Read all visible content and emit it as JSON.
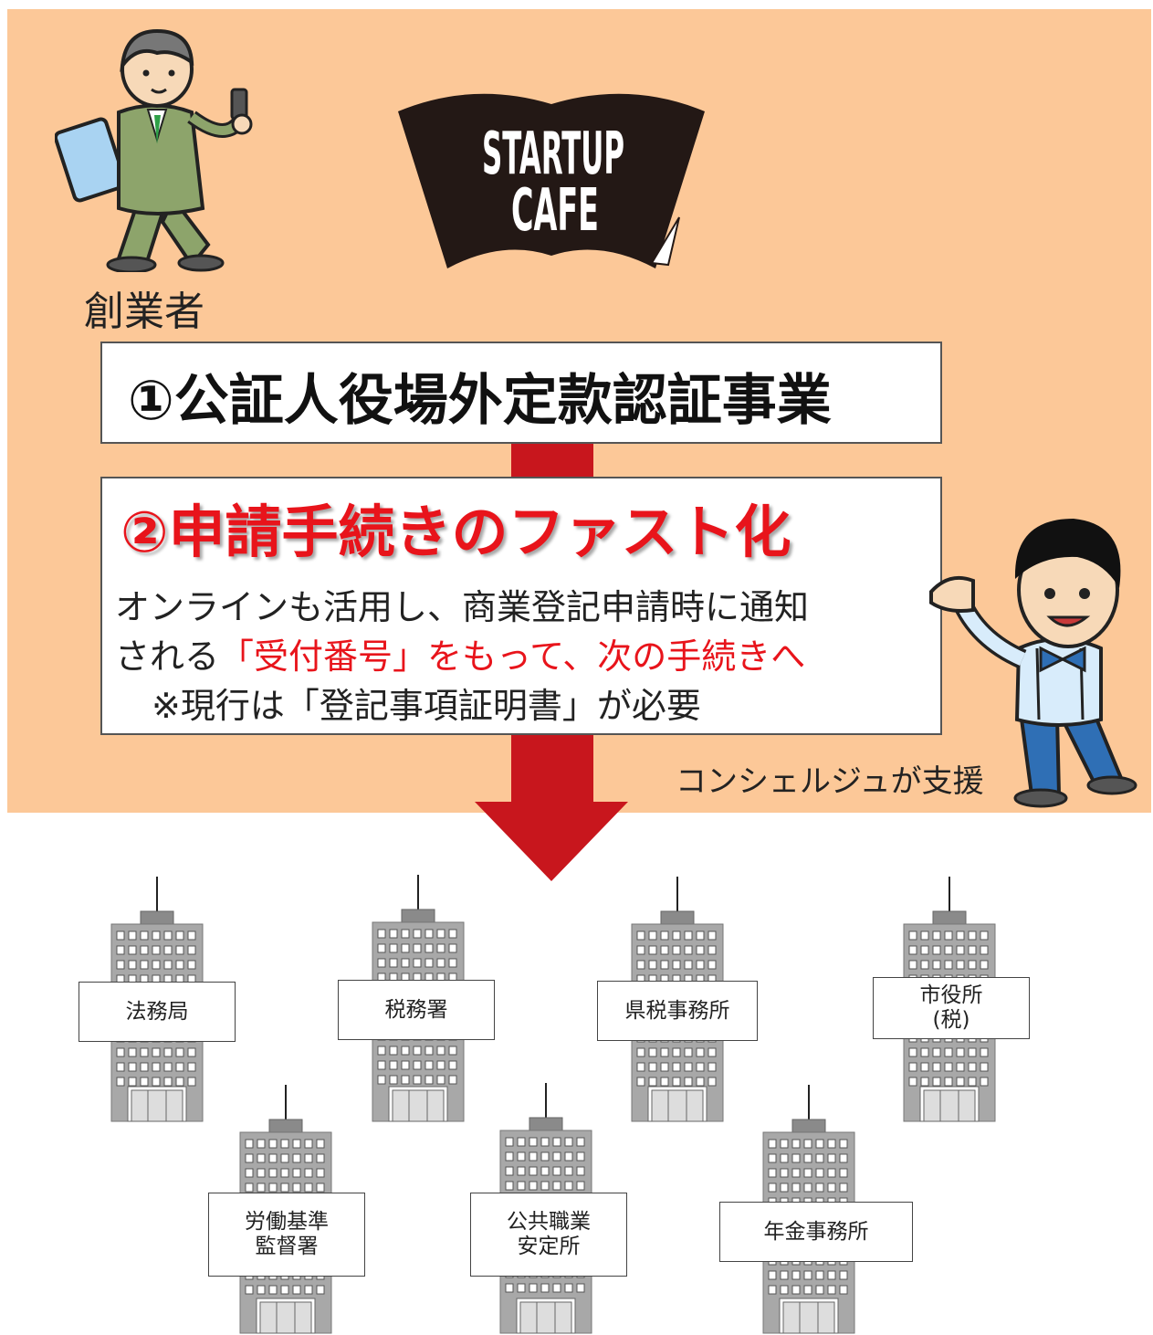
{
  "logo": {
    "line1": "STARTUP",
    "line2": "CAFE"
  },
  "founder_label": "創業者",
  "step1": "①公証人役場外定款認証事業",
  "step2": {
    "headline": "②申請手続きのファスト化",
    "line1": "オンラインも活用し、商業登記申請時に通知",
    "line2_prefix": "される",
    "line2_red": "「受付番号」をもって、次の手続きへ",
    "line3": "※現行は「登記事項証明書」が必要"
  },
  "concierge_label": "コンシェルジュが支援",
  "offices": [
    "法務局",
    "税務署",
    "県税事務所",
    "市役所\n(税)",
    "労働基準\n監督署",
    "公共職業\n安定所",
    "年金事務所"
  ],
  "colors": {
    "panel": "#fcc898",
    "accent_red": "#e8141b",
    "arrow": "#c8161d",
    "logo": "#231815"
  }
}
